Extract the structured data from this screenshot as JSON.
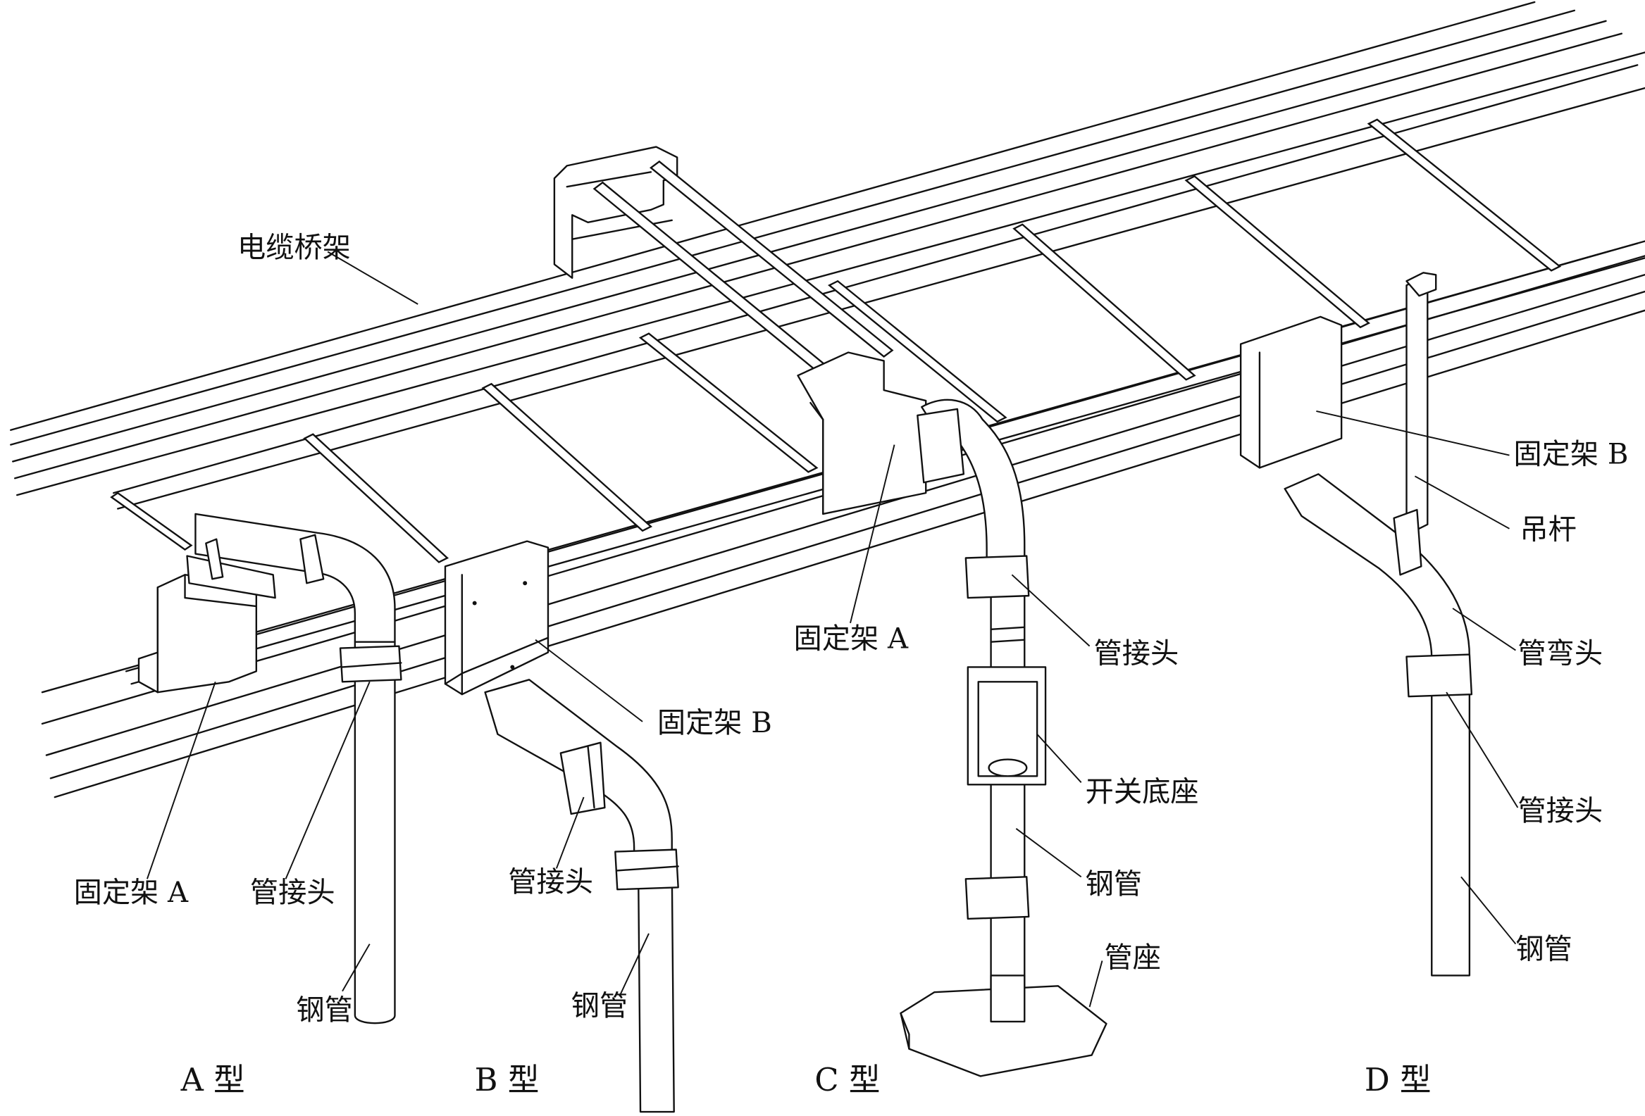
{
  "labels": {
    "cable_tray": "电缆桥架",
    "fixed_bracket_a_left": "固定架 A",
    "pipe_joint_a": "管接头",
    "steel_pipe_a": "钢管",
    "fixed_bracket_b_mid": "固定架 B",
    "pipe_joint_b": "管接头",
    "steel_pipe_b": "钢管",
    "fixed_bracket_a_c": "固定架 A",
    "pipe_joint_c": "管接头",
    "switch_base": "开关底座",
    "steel_pipe_c": "钢管",
    "pipe_seat": "管座",
    "fixed_bracket_b_right": "固定架 B",
    "hanger_rod": "吊杆",
    "pipe_elbow": "管弯头",
    "pipe_joint_d": "管接头",
    "steel_pipe_d": "钢管"
  },
  "types": {
    "a": "A 型",
    "b": "B 型",
    "c": "C 型",
    "d": "D 型"
  }
}
